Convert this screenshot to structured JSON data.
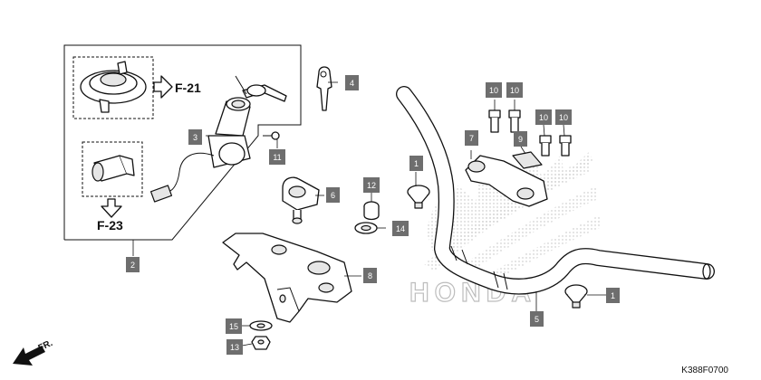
{
  "diagram": {
    "part_labels": [
      "1",
      "2",
      "3",
      "4",
      "5",
      "6",
      "7",
      "8",
      "9",
      "10",
      "11",
      "12",
      "13",
      "14",
      "15"
    ],
    "references": {
      "upper": "F-21",
      "lower": "F-23"
    },
    "direction_label": "FR.",
    "watermark": "HONDA",
    "figure_code": "K388F0700",
    "colors": {
      "label_box": "#6e6e6e",
      "label_text": "#ffffff",
      "line": "#111111",
      "watermark": "#bdbdbd"
    }
  }
}
